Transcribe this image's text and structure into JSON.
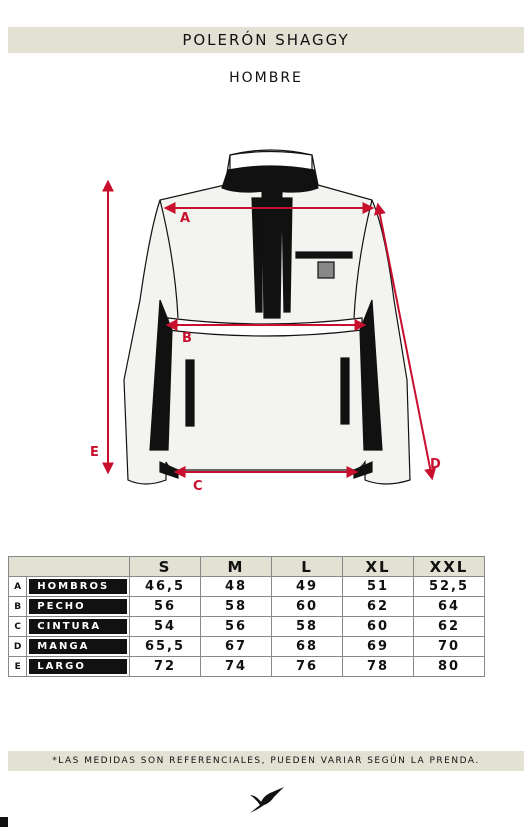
{
  "header": {
    "title": "POLERÓN SHAGGY",
    "subtitle": "HOMBRE"
  },
  "diagram": {
    "labels": {
      "a": "A",
      "b": "B",
      "c": "C",
      "d": "D",
      "e": "E"
    },
    "colors": {
      "arrow": "#c8102e",
      "outline": "#111111",
      "fill": "#f3f3f0"
    }
  },
  "table": {
    "sizes": [
      "S",
      "M",
      "L",
      "XL",
      "XXL"
    ],
    "rows": [
      {
        "letter": "A",
        "label": "HOMBROS",
        "values": [
          "46,5",
          "48",
          "49",
          "51",
          "52,5"
        ]
      },
      {
        "letter": "B",
        "label": "PECHO",
        "values": [
          "56",
          "58",
          "60",
          "62",
          "64"
        ]
      },
      {
        "letter": "C",
        "label": "CINTURA",
        "values": [
          "54",
          "56",
          "58",
          "60",
          "62"
        ]
      },
      {
        "letter": "D",
        "label": "MANGA",
        "values": [
          "65,5",
          "67",
          "68",
          "69",
          "70"
        ]
      },
      {
        "letter": "E",
        "label": "LARGO",
        "values": [
          "72",
          "74",
          "76",
          "78",
          "80"
        ]
      }
    ]
  },
  "footer": {
    "note": "*LAS MEDIDAS SON REFERENCIALES, PUEDEN VARIAR SEGÚN LA PRENDA."
  },
  "icons": {
    "logo": "bird-logo-icon"
  }
}
